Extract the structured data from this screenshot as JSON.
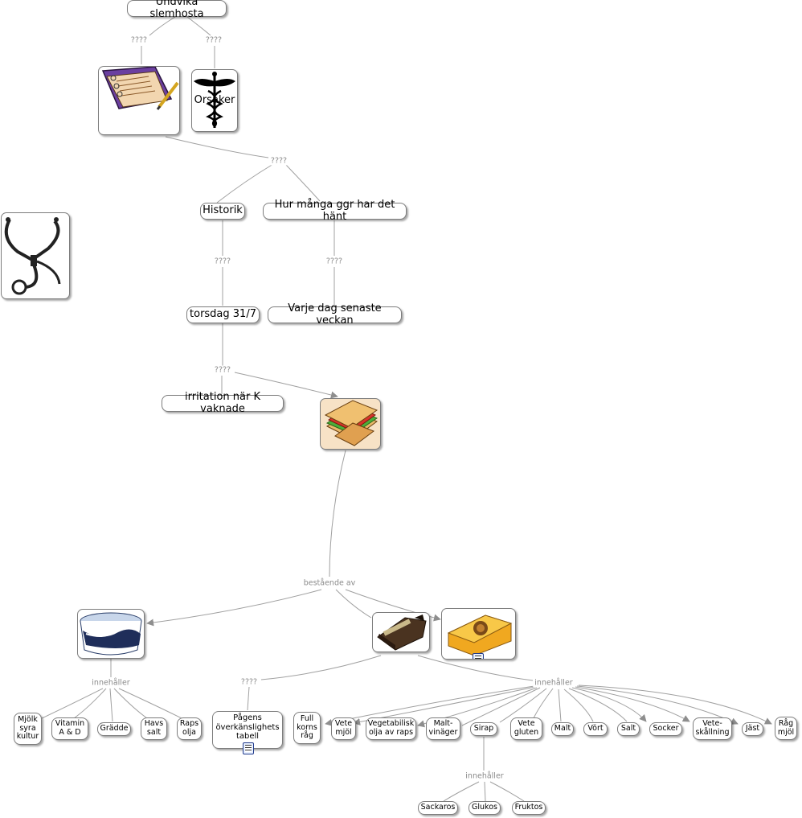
{
  "nodes": {
    "undvika": "Undvika slemhosta",
    "orsaker": "Orsaker",
    "historik": "Historik",
    "hur_manga": "Hur många ggr har det hänt",
    "torsdag": "torsdag 31/7",
    "varje_dag": "Varje dag senaste veckan",
    "irritation": "irritation när K vaknade",
    "pagens": "Pågens\növerkänslighets\ntabell",
    "full_korn": "Full\nkorns\nråg",
    "vete_mjol": "Vete\nmjöl",
    "veg_olja": "Vegetabilisk\nolja av raps",
    "malt_vinager": "Malt-\nvinäger",
    "sirap": "Sirap",
    "vete_gluten": "Vete\ngluten",
    "malt": "Malt",
    "vort": "Vört",
    "salt": "Salt",
    "socker": "Socker",
    "vete_skallning": "Vete-\nskållning",
    "jast": "Jäst",
    "rag_mjol": "Råg\nmjöl",
    "sackaros": "Sackaros",
    "glukos": "Glukos",
    "fruktos": "Fruktos",
    "mjolk": "Mjölk\nsyra\nkultur",
    "vitamin": "Vitamin\nA & D",
    "gradde": "Grädde",
    "havs_salt": "Havs\nsalt",
    "raps_olja": "Raps\nolja"
  },
  "labels": {
    "q1": "????",
    "q2": "????",
    "q3": "????",
    "q4": "????",
    "q5": "????",
    "q6": "????",
    "q7": "????",
    "bestaende": "bestående av",
    "innehaller_butter": "innehåller",
    "innehaller_bread": "innehåller",
    "innehaller_sirap": "innehåller"
  },
  "icons": {
    "notebook": "notebook-icon",
    "caduceus": "caduceus-icon",
    "stethoscope": "stethoscope-icon",
    "sandwich": "sandwich-icon",
    "butter": "butter-tub-icon",
    "bread": "bread-loaf-icon",
    "cheese": "cheese-icon",
    "document": "document-icon"
  },
  "colors": {
    "link": "#9a9a9a",
    "label": "#8a8a8a",
    "node_border": "#7d7d7d"
  }
}
